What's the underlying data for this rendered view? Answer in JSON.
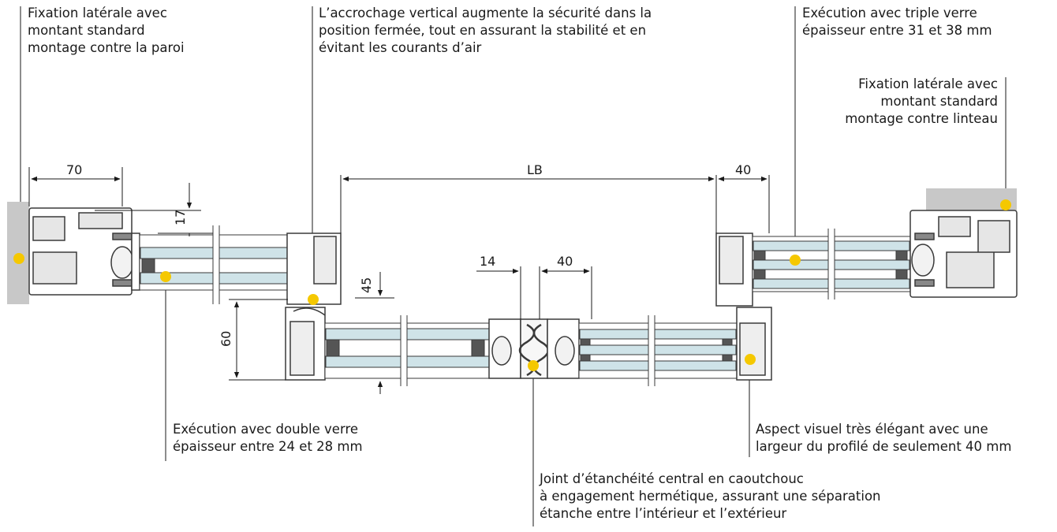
{
  "callouts": {
    "fixation_paroi": [
      "Fixation latérale avec",
      "montant standard",
      "montage contre la paroi"
    ],
    "accrochage": [
      "L’accrochage vertical augmente la sécurité dans la",
      "position fermée, tout en assurant la stabilité et en",
      "évitant les courants d’air"
    ],
    "triple_verre": [
      "Exécution avec triple verre",
      "épaisseur entre 31 et 38 mm"
    ],
    "fixation_linteau": [
      "Fixation latérale avec",
      "montant standard",
      "montage contre linteau"
    ],
    "double_verre": [
      "Exécution avec double verre",
      "épaisseur entre 24 et 28 mm"
    ],
    "aspect_visuel": [
      "Aspect visuel très élégant avec une",
      "largeur du profilé de seulement 40 mm"
    ],
    "joint_central": [
      "Joint d’étanchéité central en caoutchouc",
      "à engagement hermétique, assurant une séparation",
      "étanche entre l’intérieur et l’extérieur"
    ]
  },
  "dimensions": {
    "d70": "70",
    "d17": "17",
    "dLB": "LB",
    "d40_top": "40",
    "d14": "14",
    "d40_mid": "40",
    "d45": "45",
    "d60": "60"
  },
  "colors": {
    "marker": "#f5c800",
    "wall": "#c8c8c8",
    "glass": "#cfe3e8",
    "frame": "#3a3a3a",
    "spacer": "#555555"
  }
}
